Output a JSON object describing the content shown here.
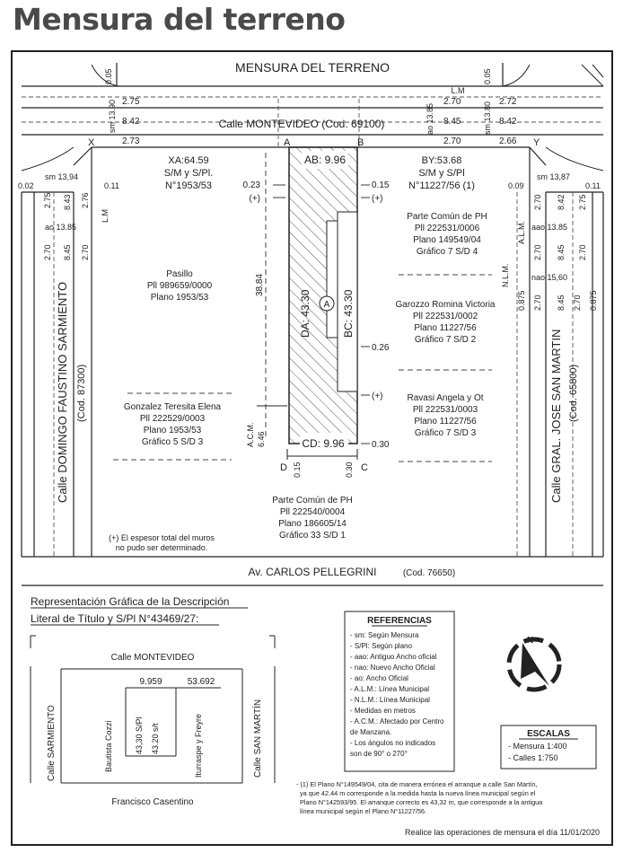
{
  "heading": "Mensura del terreno",
  "plan": {
    "title": "MENSURA DEL TERRENO",
    "lm_top": "L.M",
    "streets": {
      "montevideo": "Calle MONTEVIDEO (Cod. 69100)",
      "sarmiento": "Calle DOMINGO FAUSTINO SARMIENTO",
      "sarmiento_cod": "(Cod. 87300)",
      "san_martin": "Calle GRAL. JOSE SAN MARTIN",
      "san_martin_cod": "(Cod. 65800)",
      "pellegrini": "Av. CARLOS PELLEGRINI",
      "pellegrini_cod": "(Cod. 76650)"
    },
    "top_dims": {
      "l275": "2.75",
      "l842": "8.42",
      "l273": "2.73",
      "m270a": "2.70",
      "m845": "8.45",
      "m270b": "2.70",
      "r272": "2.72",
      "r842": "8.42",
      "r266": "2.66",
      "sm1390": "sm 13.90",
      "ao1385": "ao 13.85",
      "sm1380": "sm 13.80",
      "v005a": "0.05",
      "v005b": "0.05"
    },
    "corners": {
      "x": "X",
      "a": "A",
      "b": "B",
      "y": "Y",
      "c": "C",
      "d": "D"
    },
    "lot_labels": {
      "ab": "AB: 9.96",
      "cd": "CD: 9.96",
      "da": "DA: 43.30",
      "bc": "BC: 43.30",
      "circle": "A"
    },
    "left_dims": {
      "sm1394": "sm 13,94",
      "v002": "0.02",
      "v011": "0.11",
      "v275": "2.75",
      "v843": "8.43",
      "v276": "2.76",
      "lm": "L.M",
      "ao1385": "ao 13.85",
      "v270": "2.70",
      "v845": "8.45",
      "v270b": "2.70"
    },
    "right_dims": {
      "sm1387": "sm 13,87",
      "v009": "0.09",
      "v011": "0.11",
      "v270": "2.70",
      "v842": "8.42",
      "v275": "2.75",
      "alm": "A.L.M.",
      "ao1385": "aao 13.85",
      "v270b": "2.70",
      "v845": "8.45",
      "v270c": "2.70",
      "nlm": "N.L.M.",
      "nao1560": "nao 15,60",
      "v0875a": "0.875",
      "v270d": "2.70",
      "v845b": "8.45",
      "v270e": "2.70",
      "v0875b": "0.875"
    },
    "inner_dims": {
      "v023": "0.23",
      "plus": "(+)",
      "v015": "0.15",
      "v3884": "38.84",
      "v026": "0.26",
      "acm": "A.C.M.",
      "v646": "6.46",
      "v030": "0.30",
      "v015b": "0.15",
      "v030b": "0.30"
    },
    "xa": [
      "XA:64.59",
      "S/M y S/Pl.",
      "N°1953/53"
    ],
    "by": [
      "BY:53.68",
      "S/M y S/Pl",
      "N°11227/56 (1)"
    ],
    "pasillo": [
      "Pasillo",
      "Pll 989659/0000",
      "Plano 1953/53"
    ],
    "gonzalez": [
      "Gonzalez Teresita Elena",
      "Pll 222529/0003",
      "Plano 1953/53",
      "Gráfico 5 S/D 3"
    ],
    "comun_ph_top": [
      "Parte Común de PH",
      "Pll 222531/0006",
      "Plano 149549/04",
      "Gráfico 7 S/D 4"
    ],
    "garozzo": [
      "Garozzo Romina Victoria",
      "Pll 222531/0002",
      "Plano 11227/56",
      "Gráfico 7 S/D 2"
    ],
    "ravasi": [
      "Ravasi Angela y Ot",
      "Pll 222531/0003",
      "Plano 11227/56",
      "Gráfico 7 S/D 3"
    ],
    "comun_ph_bottom": [
      "Parte Común de PH",
      "Pll 222540/0004",
      "Plano 186605/14",
      "Gráfico 33 S/D 1"
    ],
    "note_muros": [
      "(+) El espesor total del muros",
      "no pudo ser determinado."
    ]
  },
  "lower": {
    "rep_title_1": "Representación Gráfica de la Descripción",
    "rep_title_2": "Literal de Título y S/Pl N°43469/27:",
    "sketch": {
      "montevideo": "Calle MONTEVIDEO",
      "sarmiento": "Calle SARMIENTO",
      "san_martin": "Calle SAN MARTÍN",
      "w1": "9.959",
      "w2": "53.692",
      "bautista": "Bautista Cozzi",
      "len1": "43,30 S/Pl",
      "len2": "43.20 s/t",
      "iturraspe": "Iturraspe y Freyre",
      "casentino": "Francisco Casentino"
    },
    "referencias_title": "REFERENCIAS",
    "referencias": [
      "- sm: Según Mensura",
      "- S/Pl: Según plano",
      "- aao: Antiguo Ancho oficial",
      "- nao: Nuevo Ancho Oficial",
      "- ao: Ancho Oficial",
      "- A.L.M.: Línea Municipal",
      "- N.L.M.: Línea Municipal",
      "- Medidas en metros",
      "- A.C.M.: Afectado por Centro",
      "  de Manzana.",
      "- Los ángulos no indicados",
      "  son de 90° o 270°"
    ],
    "compass_label": "N",
    "escalas_title": "ESCALAS",
    "escalas": [
      "- Mensura 1:400",
      "- Calles    1:750"
    ],
    "footnote": [
      "- (1) El Plano N°149549/04, cita de manera errónea el arranque a calle San Martín,",
      "ya que 42.44 m corresponde a la medida hasta la nueva línea municipal según el",
      "Plano N°142593/95. El arranque correcto es 43,32 m, que corresponde a la antigua",
      "línea municipal según el Plano N°11227/56."
    ],
    "realice": "Realice las operaciones de mensura el día 11/01/2020"
  }
}
